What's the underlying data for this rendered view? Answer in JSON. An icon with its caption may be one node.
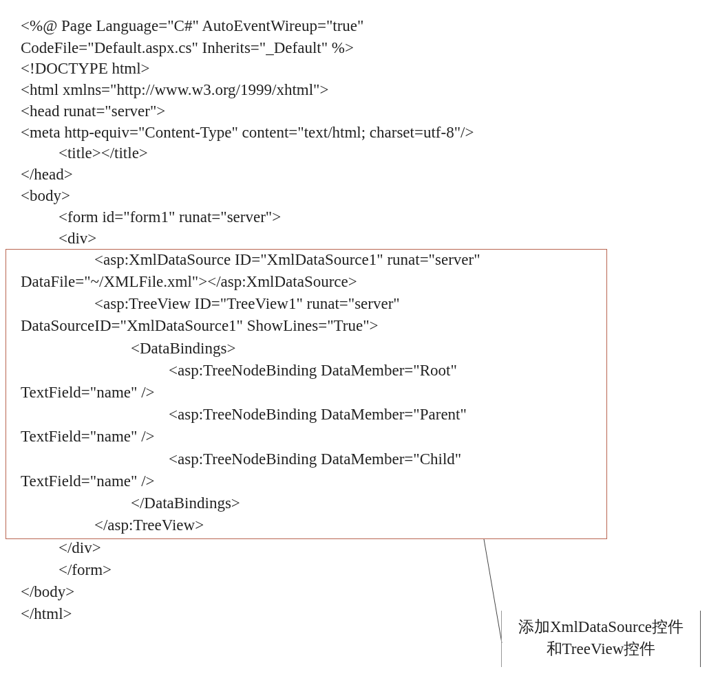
{
  "diagram": {
    "nodes": [
      {
        "text": [
          "<asp:XmlDataSource ID=\"XmlDataSource1\" runat=\"server\" DataFile=\"~/XMLFile.xml\"></asp:XmlDataSource>",
          "<asp:TreeView ID=\"TreeView1\" runat=\"server\" DataSourceID=\"XmlDataSource1\" ShowLines=\"True\">",
          "<DataBindings>",
          "<asp:TreeNodeBinding DataMember=\"Root\" TextField=\"name\" />",
          "<asp:TreeNodeBinding DataMember=\"Parent\" TextField=\"name\" />",
          "<asp:TreeNodeBinding DataMember=\"Child\" TextField=\"name\" />",
          "</DataBindings>",
          "</asp:TreeView>"
        ]
      },
      {
        "text": [
          "添加XmlDataSource控件和TreeView控件"
        ]
      }
    ],
    "edges": [
      {
        "from": 1,
        "to": 0,
        "arrow": "none"
      }
    ],
    "labels": [
      "<%@ Page Language=\"C#\" AutoEventWireup=\"true\" CodeFile=\"Default.aspx.cs\" Inherits=\"_Default\" %>",
      "<!DOCTYPE html>",
      "<html xmlns=\"http://www.w3.org/1999/xhtml\">",
      "<head runat=\"server\">",
      "<meta http-equiv=\"Content-Type\" content=\"text/html; charset=utf-8\"/>",
      "<title></title>",
      "</head>",
      "<body>",
      "<form id=\"form1\" runat=\"server\">",
      "<div>",
      "</div>",
      "</form>",
      "</body>",
      "</html>"
    ]
  }
}
